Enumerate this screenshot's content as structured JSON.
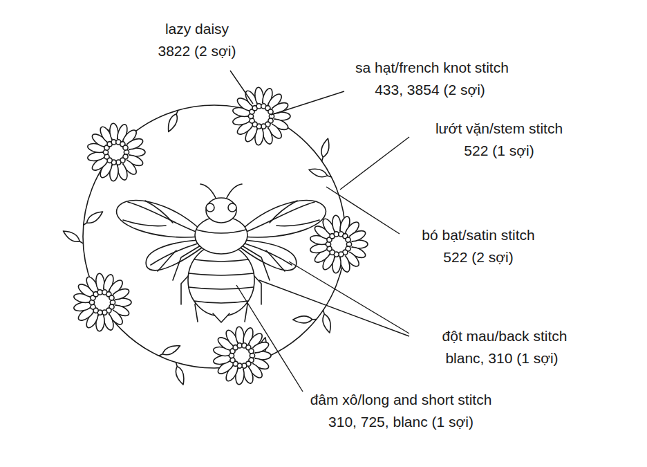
{
  "diagram": {
    "labels": [
      "lazy daisy",
      "3822 (2 sợi)",
      "sa hạt/french knot stitch",
      "433, 3854 (2 sợi)",
      "lướt vặn/stem stitch",
      "522 (1 sợi)",
      "bó bạt/satin stitch",
      "522 (2 sợi)",
      "đột mau/back stitch",
      "blanc, 310 (1 sợi)",
      "đâm xô/long and short stitch",
      "310, 725, blanc (1 sợi)"
    ]
  }
}
